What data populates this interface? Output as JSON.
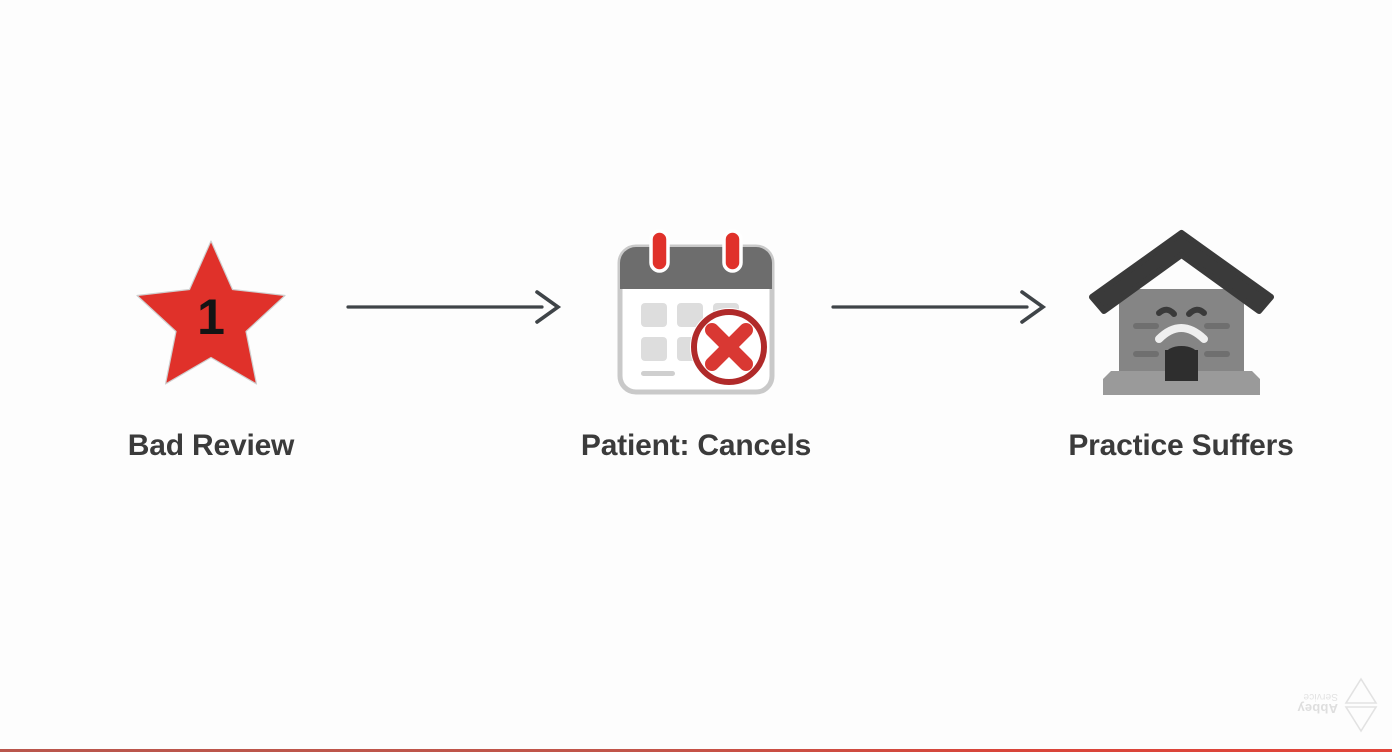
{
  "slide": {
    "background_color": "#fdfdfd",
    "accent_red": "#e03127",
    "text_color": "#3b3b3b",
    "bottom_rule_color": "#c1554a"
  },
  "flow": {
    "steps": [
      {
        "id": "bad-review",
        "label": "Bad Review",
        "icon": "star-one-icon",
        "badge_value": "1",
        "icon_color": "#e0312a",
        "badge_color": "#141414"
      },
      {
        "id": "patient-cancels",
        "label": "Patient: Cancels",
        "icon": "calendar-cancelled-icon",
        "icon_color": "#6d6d6d",
        "badge_color": "#c0322c"
      },
      {
        "id": "practice-suffers",
        "label": "Practice Suffers",
        "icon": "sad-house-icon",
        "icon_color": "#858585",
        "badge_color": "#3a3a3a"
      }
    ],
    "connectors": [
      {
        "id": "connector-1",
        "icon": "arrow-right-icon",
        "color": "#3f4448"
      },
      {
        "id": "connector-2",
        "icon": "arrow-right-icon",
        "color": "#3f4448"
      }
    ]
  },
  "watermark": {
    "icon": "diamond-logo-icon",
    "line1": "Abbey",
    "line2": "Service",
    "rotated": "180deg"
  }
}
